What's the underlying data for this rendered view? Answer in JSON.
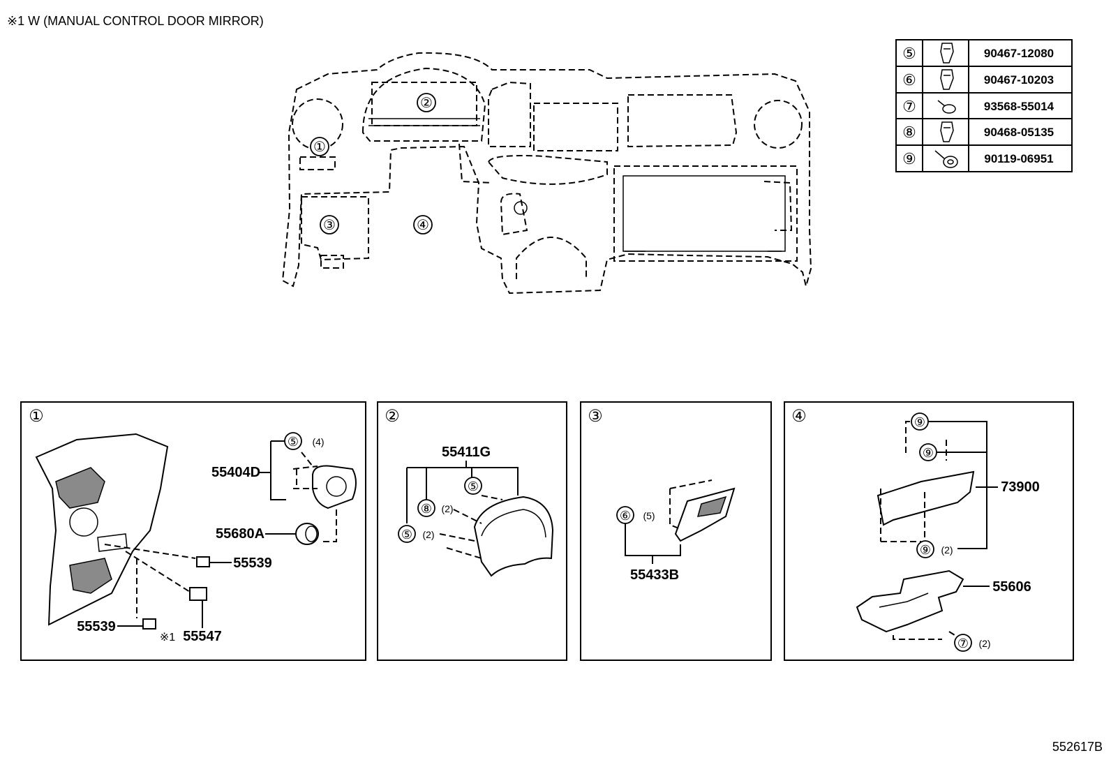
{
  "note": "※1 W (MANUAL  CONTROL  DOOR  MIRROR)",
  "drawing_id": "552617B",
  "overview": {
    "callouts": [
      "①",
      "②",
      "③",
      "④"
    ]
  },
  "fastener_table": {
    "rows": [
      {
        "ref": "⑤",
        "icon": "clip-icon",
        "part_no": "90467-12080"
      },
      {
        "ref": "⑥",
        "icon": "clip-icon",
        "part_no": "90467-10203"
      },
      {
        "ref": "⑦",
        "icon": "screw-icon",
        "part_no": "93568-55014"
      },
      {
        "ref": "⑧",
        "icon": "clip-icon",
        "part_no": "90468-05135"
      },
      {
        "ref": "⑨",
        "icon": "bolt-icon",
        "part_no": "90119-06951"
      }
    ]
  },
  "panels": [
    {
      "id": "①",
      "labels": {
        "p1": "55404D",
        "p1_ref": "⑤",
        "p1_qty": "(4)",
        "p2": "55680A",
        "p3": "55539",
        "p4": "55539",
        "p5_mark": "※1",
        "p5": "55547"
      }
    },
    {
      "id": "②",
      "labels": {
        "p1": "55411G",
        "ref_a": "⑤",
        "ref_b": "⑧",
        "ref_b_qty": "(2)",
        "ref_c": "⑤",
        "ref_c_qty": "(2)"
      }
    },
    {
      "id": "③",
      "labels": {
        "ref_a": "⑥",
        "ref_a_qty": "(5)",
        "p1": "55433B"
      }
    },
    {
      "id": "④",
      "labels": {
        "ref_a": "⑨",
        "ref_b": "⑨",
        "p1": "73900",
        "ref_c": "⑨",
        "ref_c_qty": "(2)",
        "p2": "55606",
        "ref_d": "⑦",
        "ref_d_qty": "(2)"
      }
    }
  ]
}
